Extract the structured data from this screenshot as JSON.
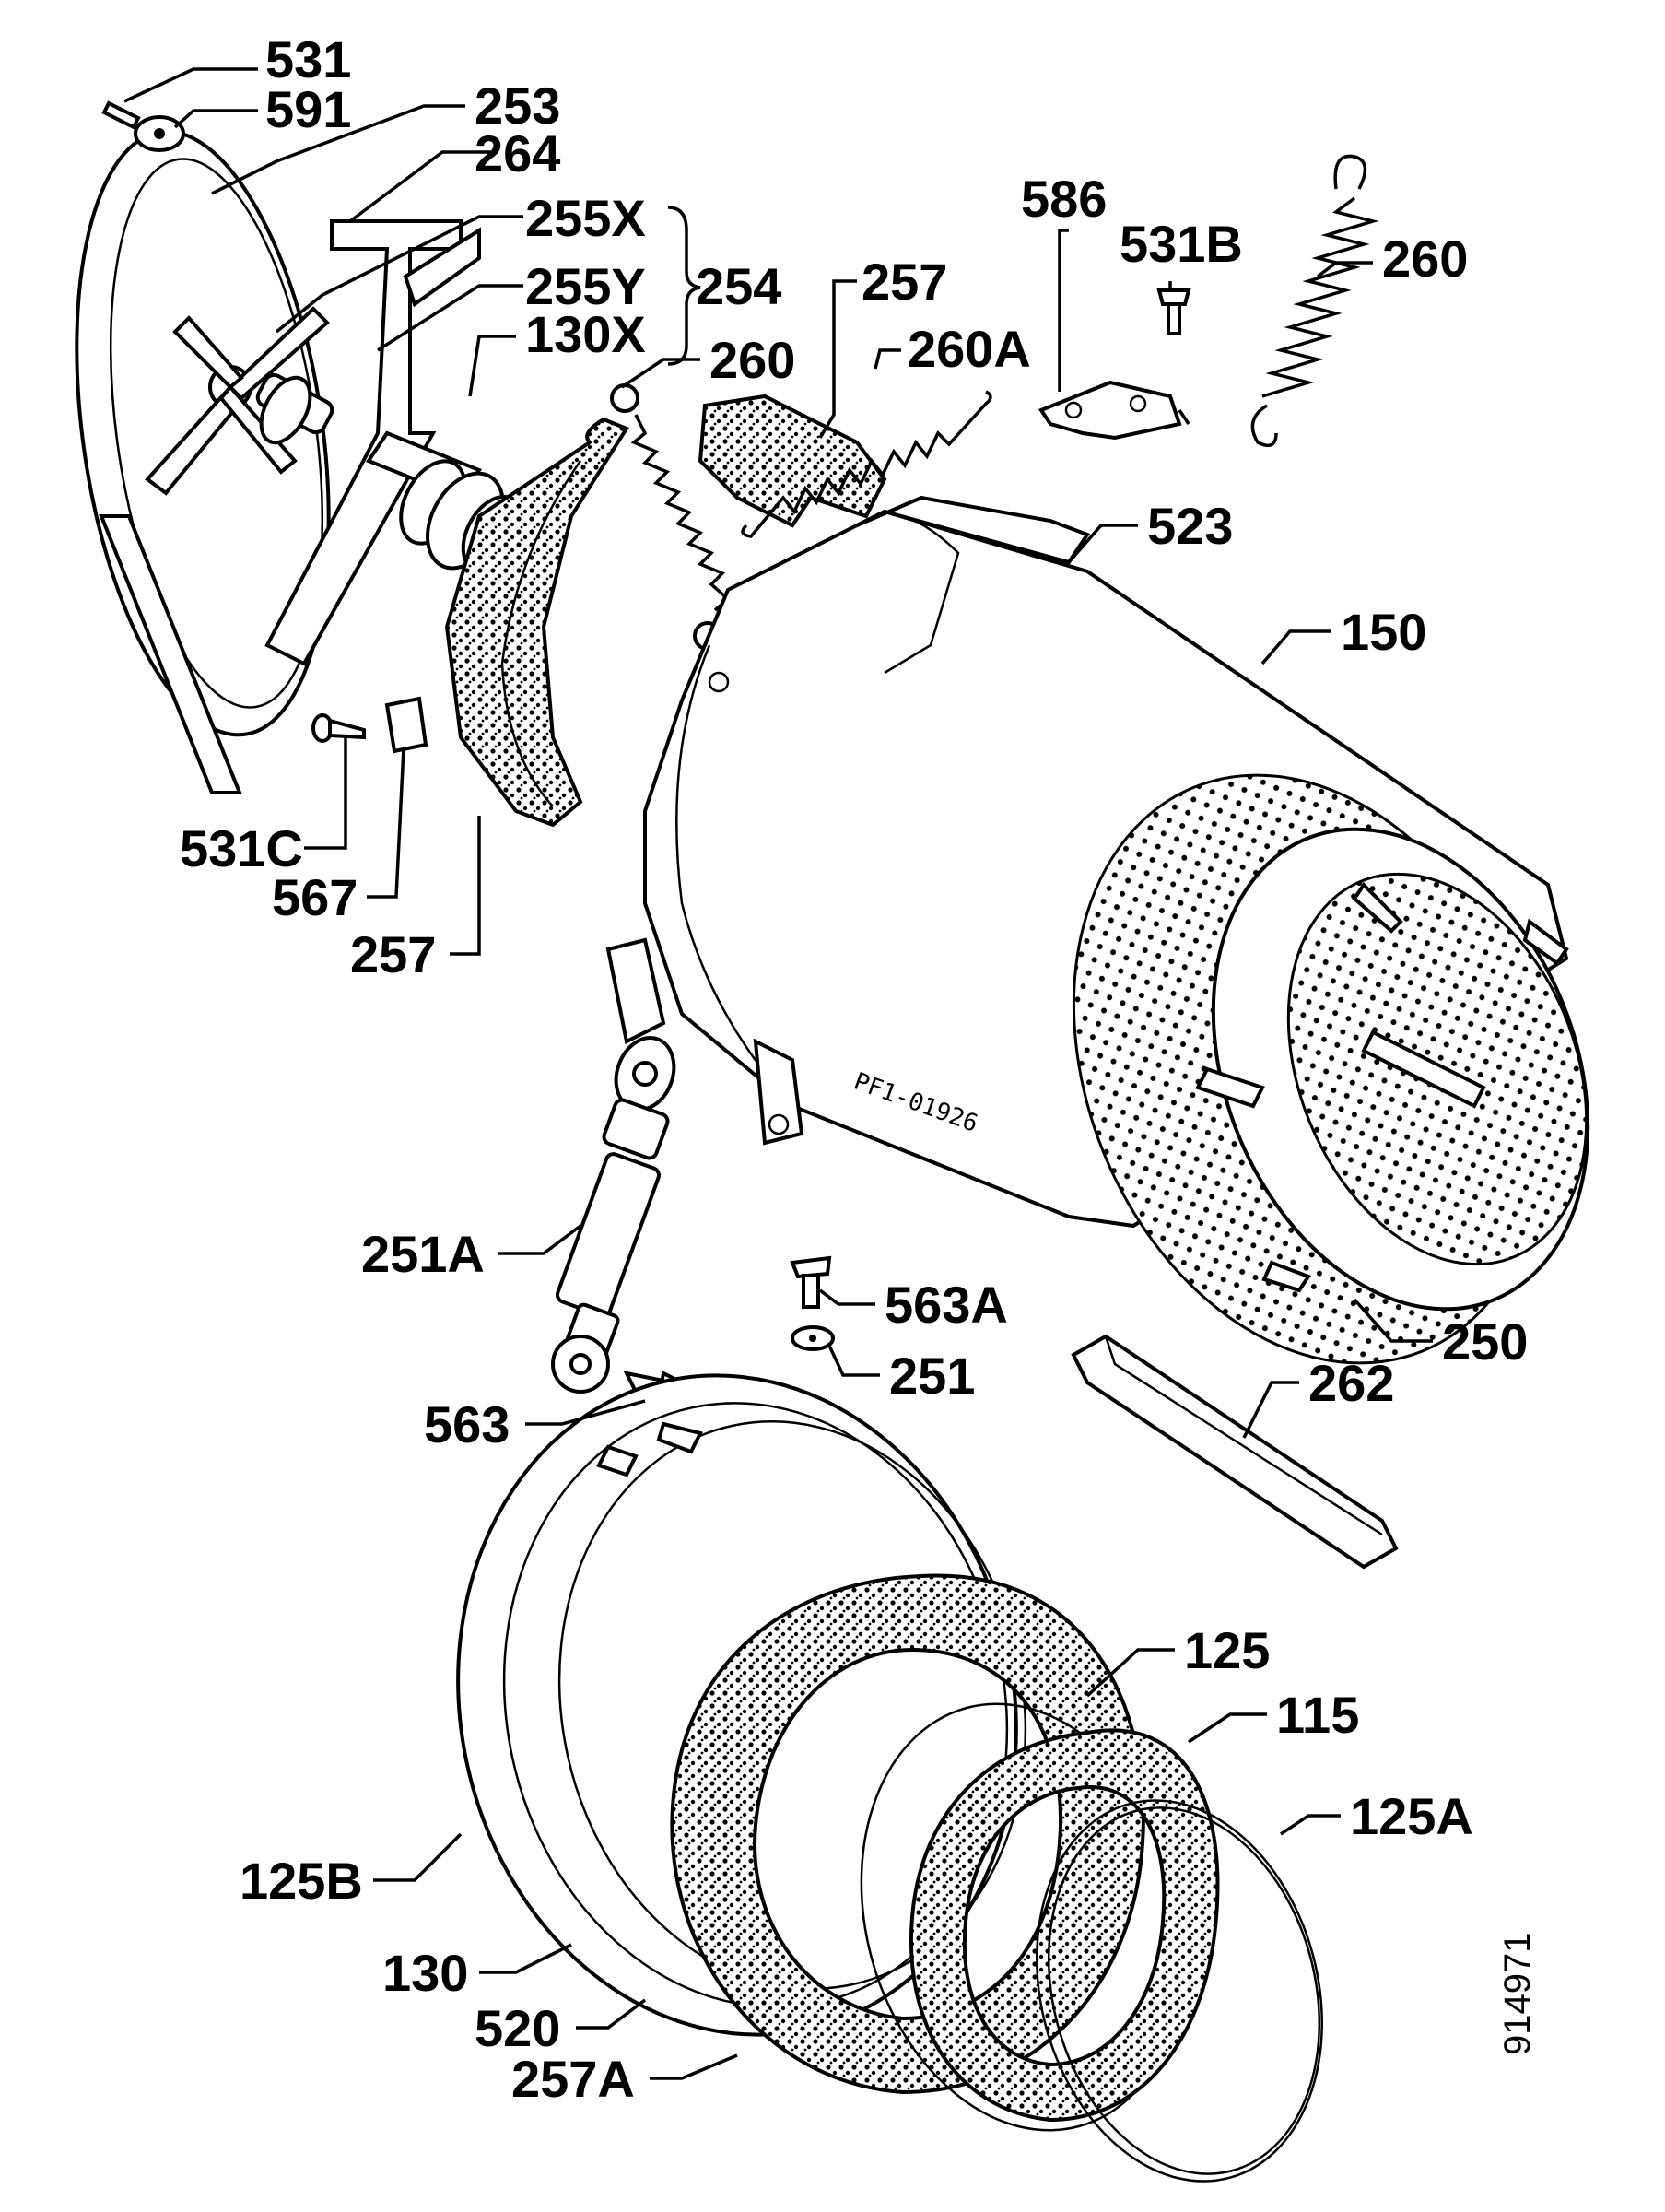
{
  "drawing_number": "914971",
  "tub_marking": "PF1-01926",
  "labels": {
    "p531": "531",
    "p591": "591",
    "p253": "253",
    "p264": "264",
    "p255x": "255X",
    "p254": "254",
    "p255y": "255Y",
    "p130x": "130X",
    "p260_a": "260",
    "p257_a": "257",
    "p260a": "260A",
    "p586": "586",
    "p531b": "531B",
    "p260_b": "260",
    "p523": "523",
    "p150": "150",
    "p531c": "531C",
    "p567": "567",
    "p257_b": "257",
    "p251a": "251A",
    "p563a": "563A",
    "p251": "251",
    "p250": "250",
    "p563": "563",
    "p262": "262",
    "p125": "125",
    "p115": "115",
    "p125a": "125A",
    "p125b": "125B",
    "p130": "130",
    "p520": "520",
    "p257a": "257A"
  }
}
